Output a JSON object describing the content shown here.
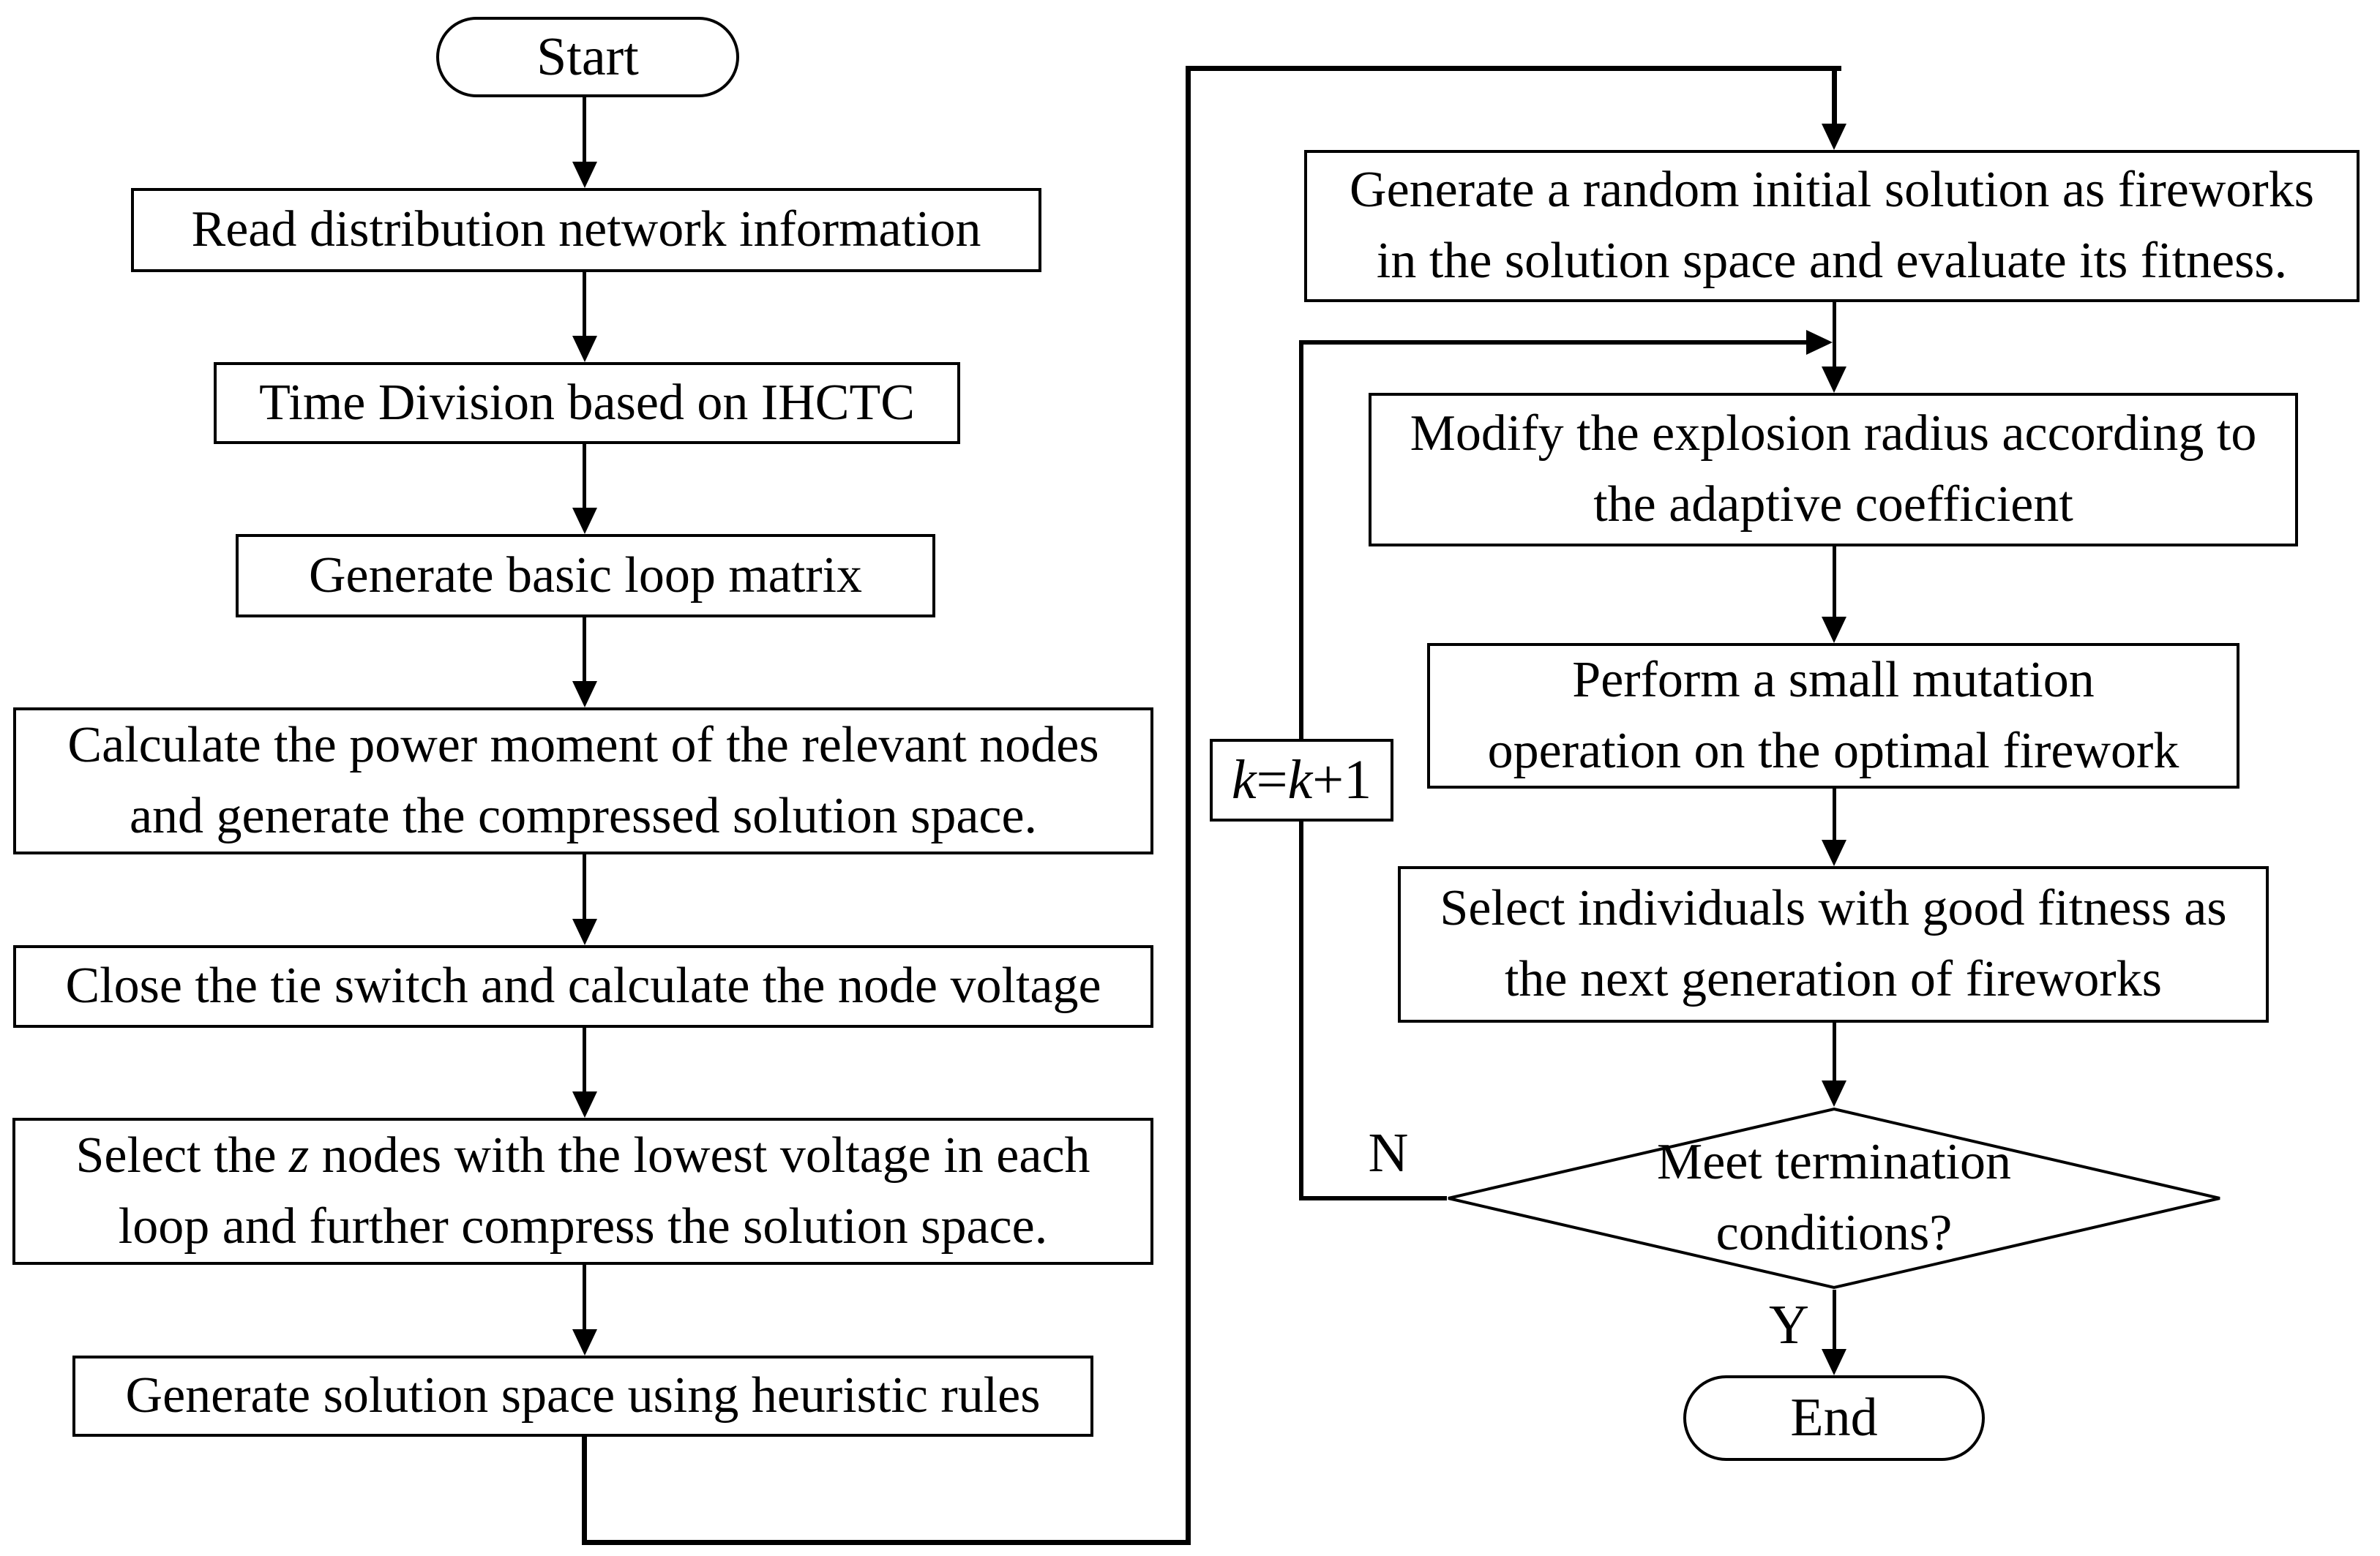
{
  "canvas": {
    "background": "#ffffff",
    "line_color": "#000000"
  },
  "nodes": {
    "start": {
      "label": "Start"
    },
    "read_network": {
      "label": "Read distribution network information"
    },
    "time_division": {
      "label": "Time Division based on IHCTC"
    },
    "loop_matrix": {
      "label": "Generate basic loop matrix"
    },
    "power_moment": {
      "line1": "Calculate the power moment of the relevant nodes",
      "line2": "and generate the compressed solution space."
    },
    "tie_switch": {
      "label": "Close the tie switch and calculate the node voltage"
    },
    "select_nodes": {
      "line1_pre": "Select the ",
      "line1_var": "z",
      "line1_post": " nodes with the lowest voltage in each",
      "line2": "loop and further compress the solution space."
    },
    "heuristic_rules": {
      "label": "Generate solution space using heuristic rules"
    },
    "random_fireworks": {
      "line1": "Generate a random initial solution as fireworks",
      "line2": "in the solution space and evaluate its fitness."
    },
    "modify_radius": {
      "line1": "Modify the explosion radius according to",
      "line2": "the adaptive coefficient"
    },
    "small_mutation": {
      "line1": "Perform a small mutation",
      "line2": "operation on the optimal firework"
    },
    "select_individuals": {
      "line1": "Select individuals with good fitness as",
      "line2": "the next generation of fireworks"
    },
    "termination": {
      "line1": "Meet termination",
      "line2": "conditions?"
    },
    "k_increment": {
      "var1": "k",
      "op": "=",
      "var2": "k",
      "suffix": "+1"
    },
    "end": {
      "label": "End"
    }
  },
  "edge_labels": {
    "no": "N",
    "yes": "Y"
  }
}
